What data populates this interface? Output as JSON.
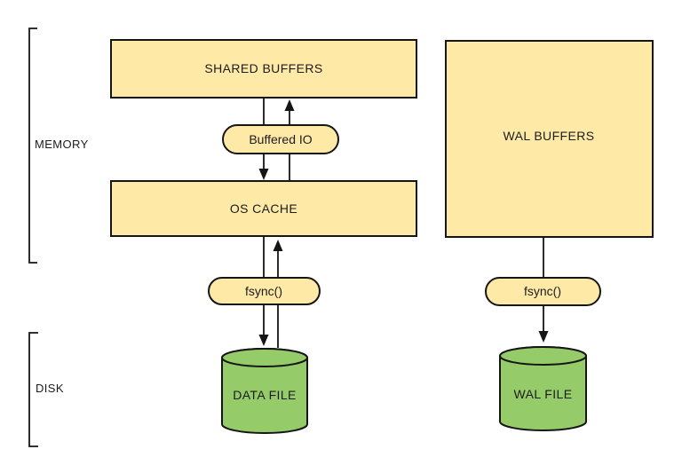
{
  "diagram": {
    "groups": {
      "memory": {
        "label": "MEMORY"
      },
      "disk": {
        "label": "DISK"
      }
    },
    "nodes": {
      "shared_buffers": {
        "label": "SHARED BUFFERS",
        "shape": "rect",
        "fill": "yellow",
        "region": "memory"
      },
      "os_cache": {
        "label": "OS CACHE",
        "shape": "rect",
        "fill": "yellow",
        "region": "memory"
      },
      "wal_buffers": {
        "label": "WAL BUFFERS",
        "shape": "rect",
        "fill": "yellow",
        "region": "memory"
      },
      "buffered_io": {
        "label": "Buffered IO",
        "shape": "pill",
        "fill": "yellow"
      },
      "fsync_data": {
        "label": "fsync()",
        "shape": "pill",
        "fill": "yellow"
      },
      "fsync_wal": {
        "label": "fsync()",
        "shape": "pill",
        "fill": "yellow"
      },
      "data_file": {
        "label": "DATA FILE",
        "shape": "cylinder",
        "fill": "green",
        "region": "disk"
      },
      "wal_file": {
        "label": "WAL FILE",
        "shape": "cylinder",
        "fill": "green",
        "region": "disk"
      }
    },
    "edges": [
      {
        "from": "SHARED BUFFERS",
        "to": "OS CACHE",
        "via": "Buffered IO",
        "direction": "down"
      },
      {
        "from": "OS CACHE",
        "to": "SHARED BUFFERS",
        "via": "Buffered IO",
        "direction": "up"
      },
      {
        "from": "OS CACHE",
        "to": "DATA FILE",
        "via": "fsync()",
        "direction": "down"
      },
      {
        "from": "DATA FILE",
        "to": "OS CACHE",
        "via": "fsync()",
        "direction": "up"
      },
      {
        "from": "WAL BUFFERS",
        "to": "WAL FILE",
        "via": "fsync()",
        "direction": "down"
      }
    ],
    "colors": {
      "node_fill_yellow": "#ffe9a6",
      "node_fill_green": "#95cb69",
      "stroke": "#151515",
      "text": "#1c1c1c",
      "background": "#ffffff"
    }
  }
}
